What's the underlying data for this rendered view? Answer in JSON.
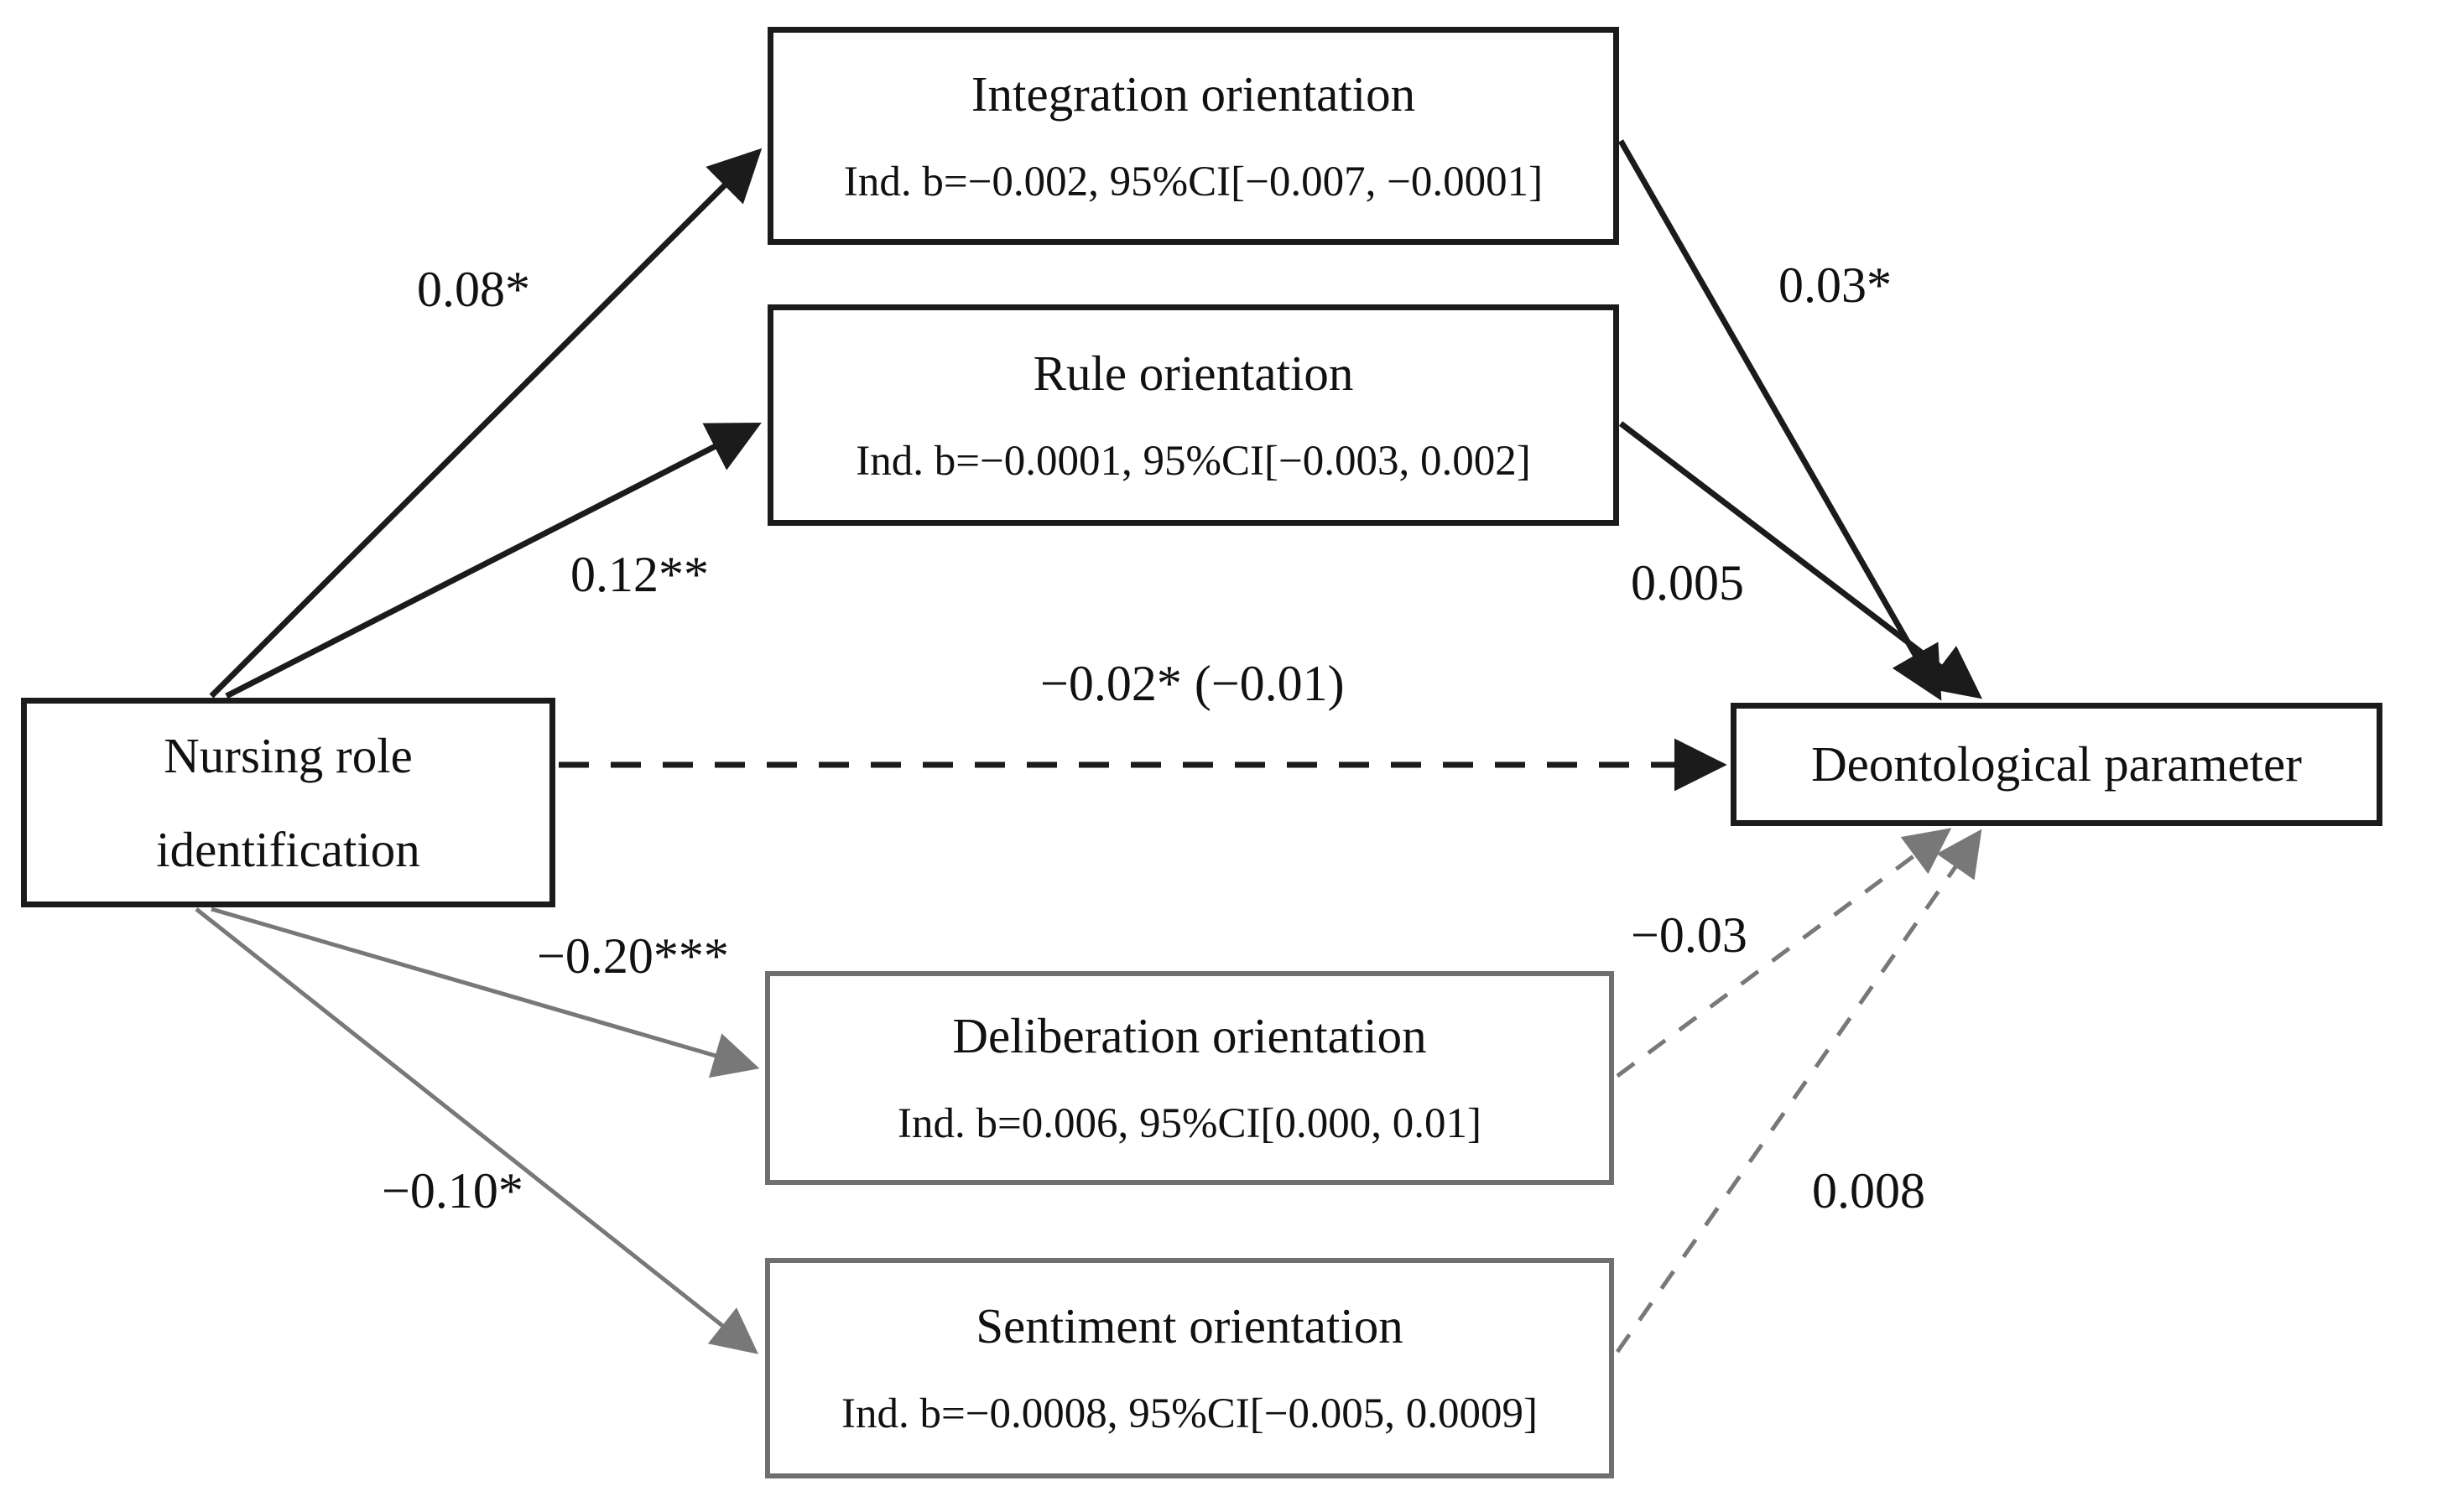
{
  "figure": {
    "background": "#ffffff",
    "text_color": "#111111",
    "black_line_color": "#1b1b1b",
    "gray_line_color": "#787878",
    "gray_border_color": "#6f6f6f"
  },
  "nodes": {
    "predictor": {
      "title_line1": "Nursing role",
      "title_line2": "identification"
    },
    "integration": {
      "title": "Integration orientation",
      "stat": "Ind. b=−0.002, 95%CI[−0.007, −0.0001]"
    },
    "rule": {
      "title": "Rule orientation",
      "stat": "Ind. b=−0.0001, 95%CI[−0.003, 0.002]"
    },
    "deliberation": {
      "title": "Deliberation orientation",
      "stat": "Ind. b=0.006, 95%CI[0.000, 0.01]"
    },
    "sentiment": {
      "title": "Sentiment orientation",
      "stat": "Ind. b=−0.0008, 95%CI[−0.005, 0.0009]"
    },
    "outcome": {
      "title": "Deontological parameter"
    }
  },
  "edges": {
    "predictor_to_integration": {
      "label": "0.08*"
    },
    "predictor_to_rule": {
      "label": "0.12**"
    },
    "integration_to_outcome": {
      "label": "0.03*"
    },
    "rule_to_outcome": {
      "label": "0.005"
    },
    "direct_effect": {
      "label": "−0.02* (−0.01)"
    },
    "predictor_to_deliberation": {
      "label": "−0.20***"
    },
    "predictor_to_sentiment": {
      "label": "−0.10*"
    },
    "deliberation_to_outcome": {
      "label": "−0.03"
    },
    "sentiment_to_outcome": {
      "label": "0.008"
    }
  }
}
